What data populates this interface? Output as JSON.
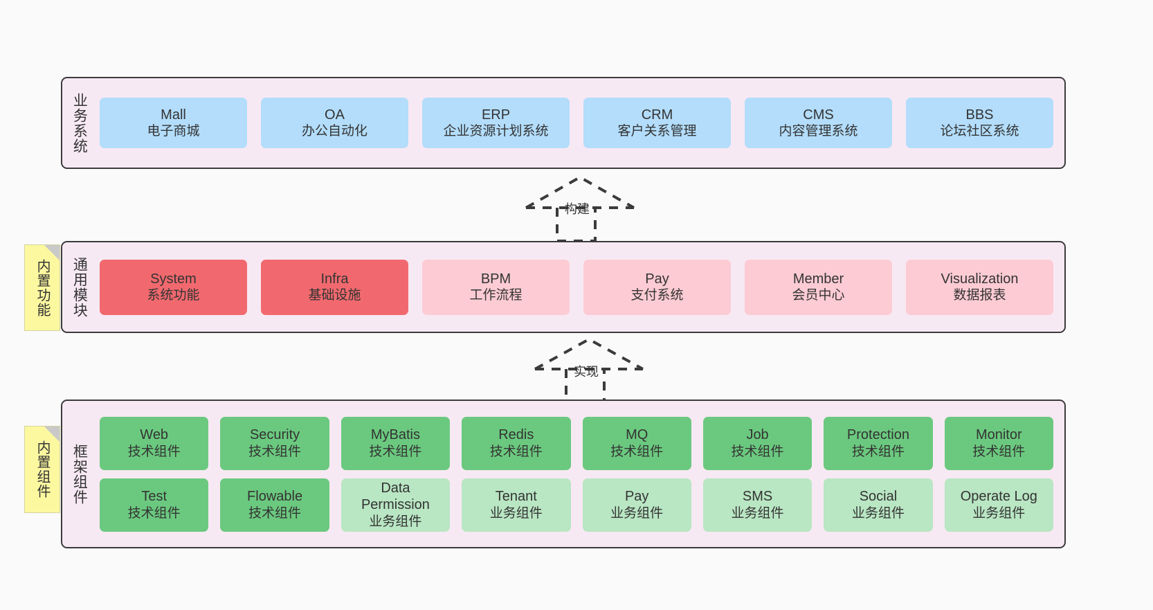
{
  "diagram": {
    "layers": [
      {
        "id": "business",
        "title": "业务系统",
        "rows": [
          {
            "cards": [
              {
                "en": "Mall",
                "cn": "电子商城",
                "color": "blue"
              },
              {
                "en": "OA",
                "cn": "办公自动化",
                "color": "blue"
              },
              {
                "en": "ERP",
                "cn": "企业资源计划系统",
                "color": "blue"
              },
              {
                "en": "CRM",
                "cn": "客户关系管理",
                "color": "blue"
              },
              {
                "en": "CMS",
                "cn": "内容管理系统",
                "color": "blue"
              },
              {
                "en": "BBS",
                "cn": "论坛社区系统",
                "color": "blue"
              }
            ]
          }
        ]
      },
      {
        "id": "common",
        "title": "通用模块",
        "rows": [
          {
            "cards": [
              {
                "en": "System",
                "cn": "系统功能",
                "color": "red"
              },
              {
                "en": "Infra",
                "cn": "基础设施",
                "color": "red"
              },
              {
                "en": "BPM",
                "cn": "工作流程",
                "color": "pink"
              },
              {
                "en": "Pay",
                "cn": "支付系统",
                "color": "pink"
              },
              {
                "en": "Member",
                "cn": "会员中心",
                "color": "pink"
              },
              {
                "en": "Visualization",
                "cn": "数据报表",
                "color": "pink"
              }
            ]
          }
        ]
      },
      {
        "id": "framework",
        "title": "框架组件",
        "rows": [
          {
            "cards": [
              {
                "en": "Web",
                "cn": "技术组件",
                "color": "green"
              },
              {
                "en": "Security",
                "cn": "技术组件",
                "color": "green"
              },
              {
                "en": "MyBatis",
                "cn": "技术组件",
                "color": "green"
              },
              {
                "en": "Redis",
                "cn": "技术组件",
                "color": "green"
              },
              {
                "en": "MQ",
                "cn": "技术组件",
                "color": "green"
              },
              {
                "en": "Job",
                "cn": "技术组件",
                "color": "green"
              },
              {
                "en": "Protection",
                "cn": "技术组件",
                "color": "green"
              },
              {
                "en": "Monitor",
                "cn": "技术组件",
                "color": "green"
              }
            ]
          },
          {
            "cards": [
              {
                "en": "Test",
                "cn": "技术组件",
                "color": "green"
              },
              {
                "en": "Flowable",
                "cn": "技术组件",
                "color": "green"
              },
              {
                "en": "Data Permission",
                "cn": "业务组件",
                "color": "mint"
              },
              {
                "en": "Tenant",
                "cn": "业务组件",
                "color": "mint"
              },
              {
                "en": "Pay",
                "cn": "业务组件",
                "color": "mint"
              },
              {
                "en": "SMS",
                "cn": "业务组件",
                "color": "mint"
              },
              {
                "en": "Social",
                "cn": "业务组件",
                "color": "mint"
              },
              {
                "en": "Operate Log",
                "cn": "业务组件",
                "color": "mint"
              }
            ]
          }
        ]
      }
    ],
    "notes": [
      {
        "id": "functions",
        "label": "内置功能"
      },
      {
        "id": "components",
        "label": "内置组件"
      }
    ],
    "arrows": [
      {
        "id": "build",
        "label": "构建"
      },
      {
        "id": "impl",
        "label": "实现"
      }
    ],
    "colors": {
      "panel_bg": "#f7e9f3",
      "panel_border": "#3b3b3b",
      "blue": "#b3ddfb",
      "red": "#f1696e",
      "pink": "#fccbd3",
      "green": "#6bc97f",
      "mint": "#b9e6c3",
      "note_bg": "#fcf8a0",
      "canvas_bg": "#fafafa"
    }
  }
}
